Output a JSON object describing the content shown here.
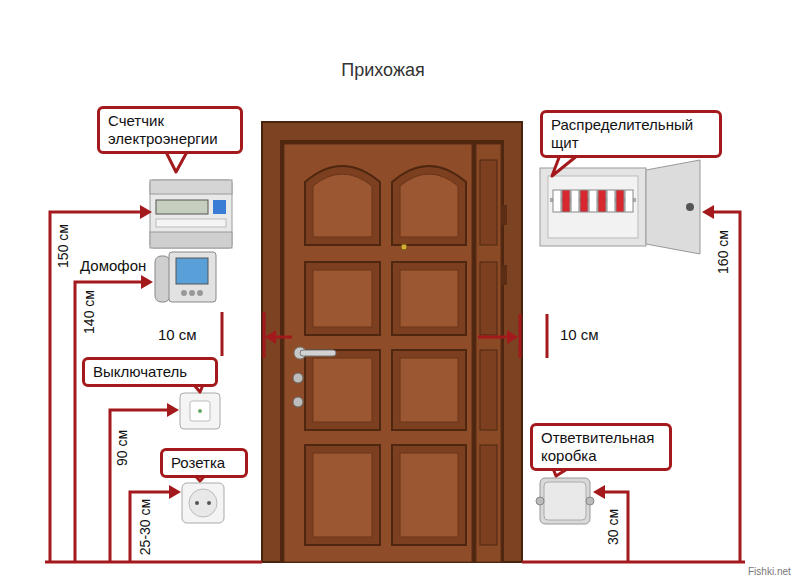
{
  "diagram": {
    "title": "Прихожая",
    "nodes": [
      {
        "text": [
          "Счетчик электроэнергии"
        ]
      },
      {
        "text": [
          "Распределительный щит"
        ]
      },
      {
        "text": [
          "Выключатель"
        ]
      },
      {
        "text": [
          "Розетка"
        ]
      },
      {
        "text": [
          "Ответвительная коробка"
        ]
      }
    ],
    "labels": [
      "Домофон",
      "150 см",
      "140 см",
      "10 см",
      "10 см",
      "160 см",
      "90 см",
      "25-30 см",
      "30 см",
      "Fishki.net"
    ]
  }
}
